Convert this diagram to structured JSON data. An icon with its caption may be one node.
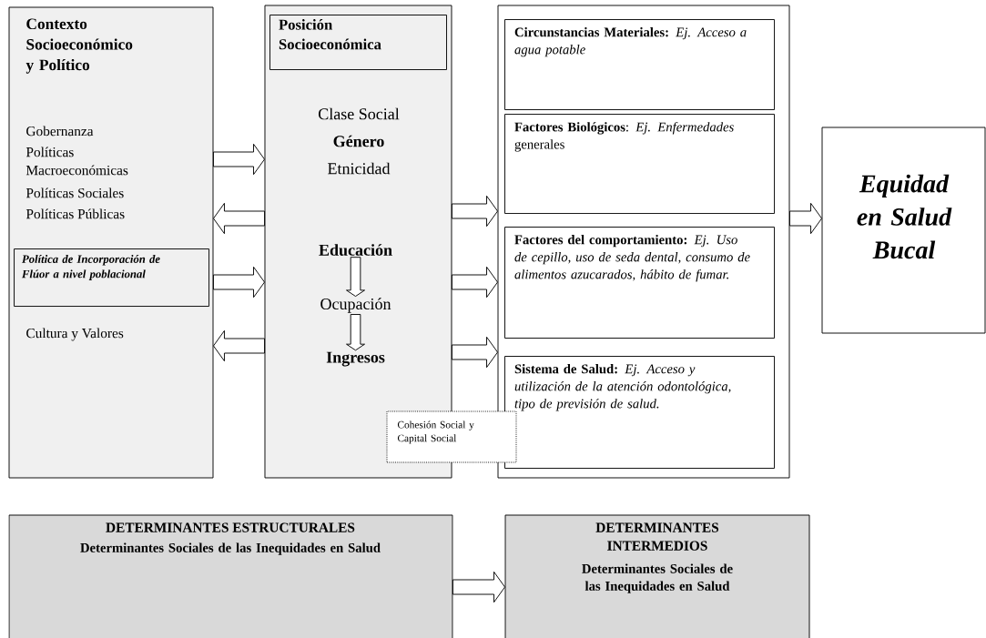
{
  "diagram": {
    "nodes": [
      {
        "text": [
          "Contexto Socioeconómico y Político",
          "Gobernanza",
          "Políticas Macroeconómicas",
          "Políticas Sociales",
          "Políticas Públicas",
          "Cultura y Valores"
        ]
      },
      {
        "text": [
          "Política de Incorporación de Flúor a nivel poblacional"
        ],
        "in": 0
      },
      {
        "text": [
          "Clase Social",
          "Género",
          "Etnicidad"
        ]
      },
      {
        "text": [
          "Posición Socioeconómica"
        ],
        "in": 2
      },
      {
        "text": [
          "Educación"
        ],
        "in": 2
      },
      {
        "text": [
          "Ocupación"
        ],
        "in": 2
      },
      {
        "text": [
          "Ingresos"
        ],
        "in": 2
      },
      {
        "text": [
          "Cohesión Social y Capital Social"
        ]
      },
      {
        "text": [],
        "shape": "box"
      },
      {
        "text": [
          "**Circunstancias Materiales:** *Ej. Acceso a agua potable*"
        ],
        "in": 8
      },
      {
        "text": [
          "**Factores Biológicos**: *Ej. Enfermedades* generales"
        ],
        "in": 8
      },
      {
        "text": [
          "**Factores del comportamiento:** *Ej. Uso de cepillo, uso de seda dental, consumo de alimentos azucarados, hábito de fumar.*"
        ],
        "in": 8
      },
      {
        "text": [
          "**Sistema de Salud:** *Ej. Acceso y utilización de la atención odontológica, tipo de previsión de salud.*"
        ],
        "in": 8
      },
      {
        "text": [
          "Equidad en Salud Bucal"
        ]
      },
      {
        "text": [
          "DETERMINANTES ESTRUCTURALES",
          "Determinantes Sociales de las Inequidades en Salud"
        ]
      },
      {
        "text": [
          "DETERMINANTES INTERMEDIOS",
          "Determinantes Sociales de las Inequidades en Salud"
        ]
      }
    ],
    "edges": [
      {
        "from": 0,
        "to": 2,
        "arrow": "to"
      },
      {
        "from": 2,
        "to": 0,
        "arrow": "to"
      },
      {
        "from": 0,
        "to": 2,
        "arrow": "to"
      },
      {
        "from": 2,
        "to": 0,
        "arrow": "to"
      },
      {
        "from": 4,
        "to": 5,
        "arrow": "to"
      },
      {
        "from": 5,
        "to": 6,
        "arrow": "to"
      },
      {
        "from": 2,
        "to": 8,
        "arrow": "to"
      },
      {
        "from": 2,
        "to": 8,
        "arrow": "to"
      },
      {
        "from": 2,
        "to": 8,
        "arrow": "to"
      },
      {
        "from": 8,
        "to": 13,
        "arrow": "to"
      },
      {
        "from": 14,
        "to": 15,
        "arrow": "to"
      }
    ]
  }
}
